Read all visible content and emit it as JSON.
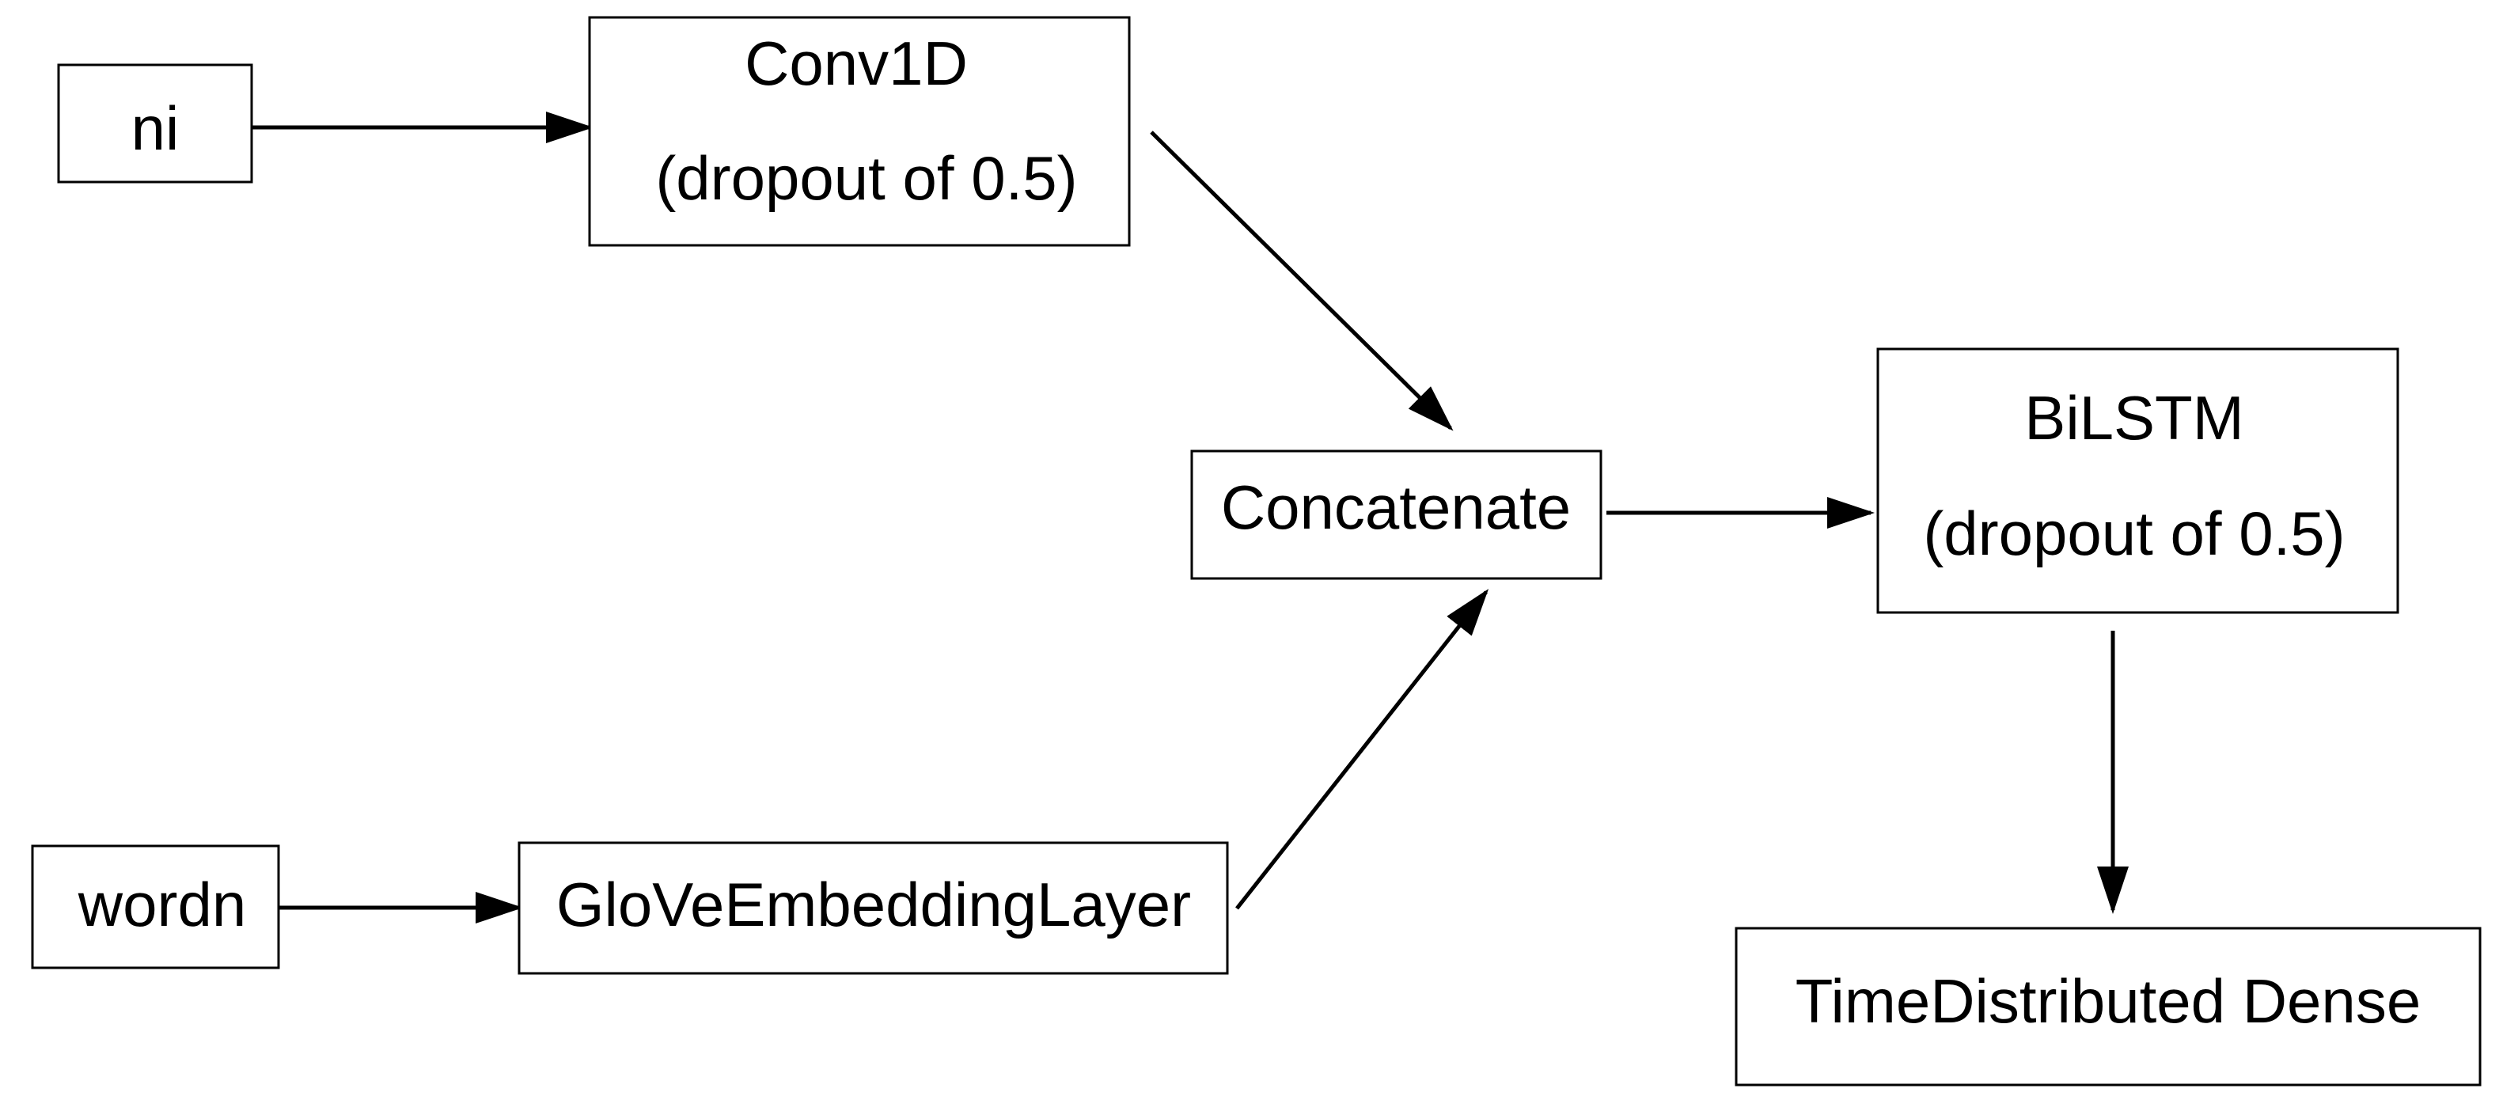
{
  "colors": {
    "background": "#ffffff",
    "stroke": "#000000",
    "text": "#000000"
  },
  "nodes": {
    "ni": {
      "line1": "ni"
    },
    "conv1d": {
      "line1": "Conv1D",
      "line2": "(dropout of 0.5)"
    },
    "wordn": {
      "line1": "wordn"
    },
    "glove": {
      "line1": "GloVeEmbeddingLayer"
    },
    "concatenate": {
      "line1": "Concatenate"
    },
    "bilstm": {
      "line1": "BiLSTM",
      "line2": "(dropout of 0.5)"
    },
    "dense": {
      "line1": "TimeDistributed Dense"
    }
  },
  "edges": [
    {
      "from": "ni",
      "to": "conv1d"
    },
    {
      "from": "conv1d",
      "to": "concatenate"
    },
    {
      "from": "wordn",
      "to": "glove"
    },
    {
      "from": "glove",
      "to": "concatenate"
    },
    {
      "from": "concatenate",
      "to": "bilstm"
    },
    {
      "from": "bilstm",
      "to": "dense"
    }
  ]
}
